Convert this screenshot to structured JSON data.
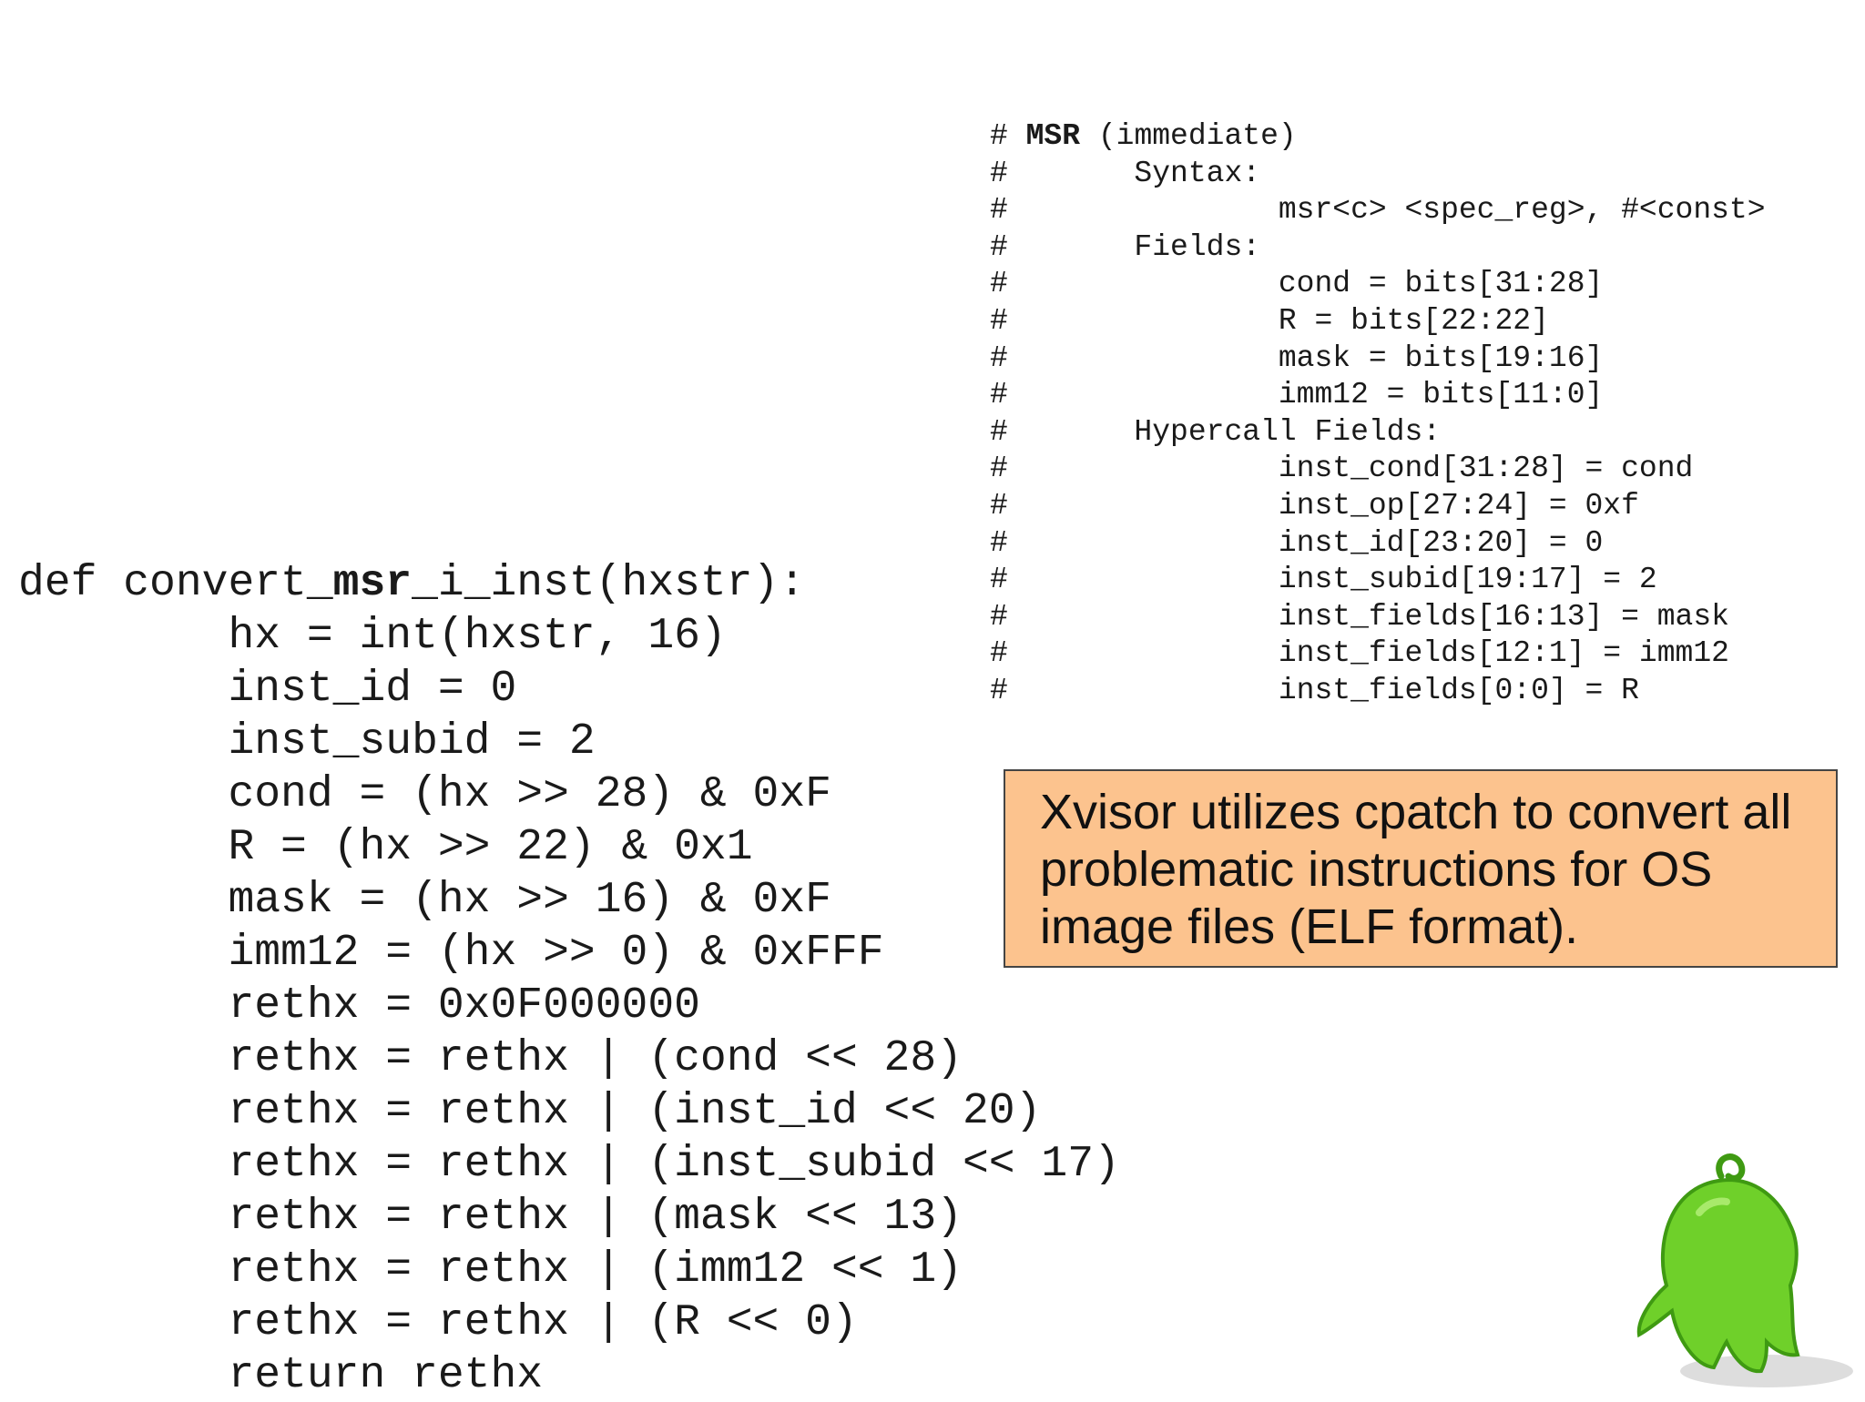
{
  "comment": {
    "title_prefix": "# ",
    "title_bold": "MSR",
    "title_rest": " (immediate)",
    "lines": [
      "#       Syntax:",
      "#               msr<c> <spec_reg>, #<const>",
      "#       Fields:",
      "#               cond = bits[31:28]",
      "#               R = bits[22:22]",
      "#               mask = bits[19:16]",
      "#               imm12 = bits[11:0]",
      "#       Hypercall Fields:",
      "#               inst_cond[31:28] = cond",
      "#               inst_op[27:24] = 0xf",
      "#               inst_id[23:20] = 0",
      "#               inst_subid[19:17] = 2",
      "#               inst_fields[16:13] = mask",
      "#               inst_fields[12:1] = imm12",
      "#               inst_fields[0:0] = R"
    ]
  },
  "code": {
    "def_prefix": "def convert_",
    "def_bold": "msr",
    "def_suffix": "_i_inst(hxstr):",
    "lines": [
      "        hx = int(hxstr, 16)",
      "        inst_id = 0",
      "        inst_subid = 2",
      "        cond = (hx >> 28) & 0xF",
      "        R = (hx >> 22) & 0x1",
      "        mask = (hx >> 16) & 0xF",
      "        imm12 = (hx >> 0) & 0xFFF",
      "        rethx = 0x0F000000",
      "        rethx = rethx | (cond << 28)",
      "        rethx = rethx | (inst_id << 20)",
      "        rethx = rethx | (inst_subid << 17)",
      "        rethx = rethx | (mask << 13)",
      "        rethx = rethx | (imm12 << 1)",
      "        rethx = rethx | (R << 0)",
      "        return rethx"
    ]
  },
  "callout": {
    "text": "Xvisor utilizes cpatch to convert all problematic instructions for OS image files (ELF format).",
    "background": "#fcc38e"
  },
  "mascot": {
    "icon": "green-ghost-mascot-icon",
    "color": "#6fd02a"
  }
}
